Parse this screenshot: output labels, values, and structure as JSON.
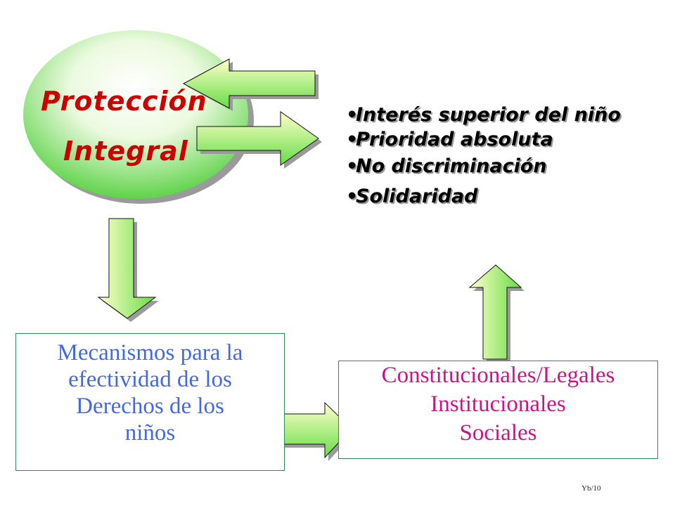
{
  "circle": {
    "line1": "Protección",
    "line2": "Integral"
  },
  "principles": [
    "Interés superior  del niño",
    "Prioridad absoluta",
    "No discriminación",
    "Solidaridad"
  ],
  "mechanisms_box": {
    "lines": [
      "Mecanismos para la",
      "efectividad de los",
      "Derechos de los",
      "niños"
    ]
  },
  "types_box": {
    "lines": [
      "Constitucionales/Legales",
      "Institucionales",
      "Sociales"
    ]
  },
  "footer": "Yb/10",
  "colors": {
    "title_text": "#cc0000",
    "mechanisms_text": "#4169e1",
    "types_text": "#c71585",
    "arrow_fill_light": "#ffffcc",
    "arrow_fill_green": "#66dd44",
    "box_border": "#2e8b57"
  }
}
